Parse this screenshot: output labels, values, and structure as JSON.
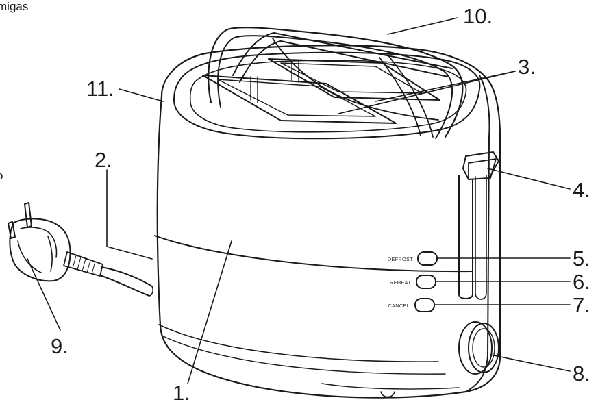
{
  "edge_text": {
    "top_left": "migas",
    "mid_left": "o"
  },
  "buttons": {
    "defrost": "DEFROST",
    "reheat": "REHEAT",
    "cancel": "CANCEL"
  },
  "callouts": {
    "c1": "1.",
    "c2": "2.",
    "c3": "3.",
    "c4": "4.",
    "c5": "5.",
    "c6": "6.",
    "c7": "7.",
    "c8": "8.",
    "c9": "9.",
    "c10": "10.",
    "c11": "11."
  }
}
